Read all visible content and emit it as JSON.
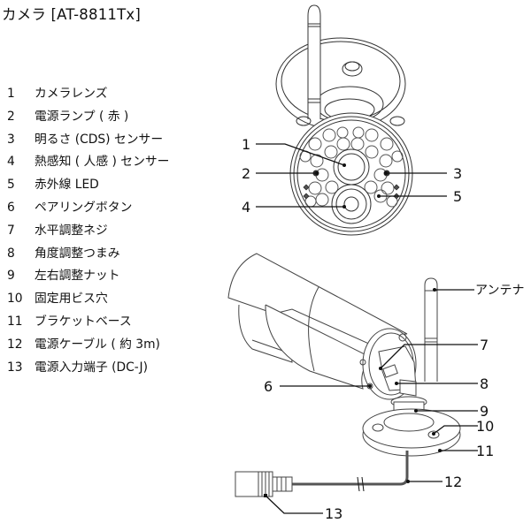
{
  "title": "カメラ [AT-8811Tx]",
  "parts": [
    {
      "num": "1",
      "label": "カメラレンズ"
    },
    {
      "num": "2",
      "label": "電源ランプ ( 赤 )"
    },
    {
      "num": "3",
      "label": "明るさ (CDS) センサー"
    },
    {
      "num": "4",
      "label": "熱感知 ( 人感 ) センサー"
    },
    {
      "num": "5",
      "label": "赤外線 LED"
    },
    {
      "num": "6",
      "label": "ペアリングボタン"
    },
    {
      "num": "7",
      "label": "水平調整ネジ"
    },
    {
      "num": "8",
      "label": "角度調整つまみ"
    },
    {
      "num": "9",
      "label": "左右調整ナット"
    },
    {
      "num": "10",
      "label": "固定用ビス穴"
    },
    {
      "num": "11",
      "label": "ブラケットベース"
    },
    {
      "num": "12",
      "label": "電源ケーブル ( 約 3m)"
    },
    {
      "num": "13",
      "label": "電源入力端子 (DC-J)"
    }
  ],
  "callouts": {
    "front": [
      "1",
      "2",
      "3",
      "4",
      "5"
    ],
    "side": [
      "6",
      "7",
      "8",
      "9",
      "10",
      "11",
      "12",
      "13"
    ],
    "antenna": "アンテナ"
  }
}
